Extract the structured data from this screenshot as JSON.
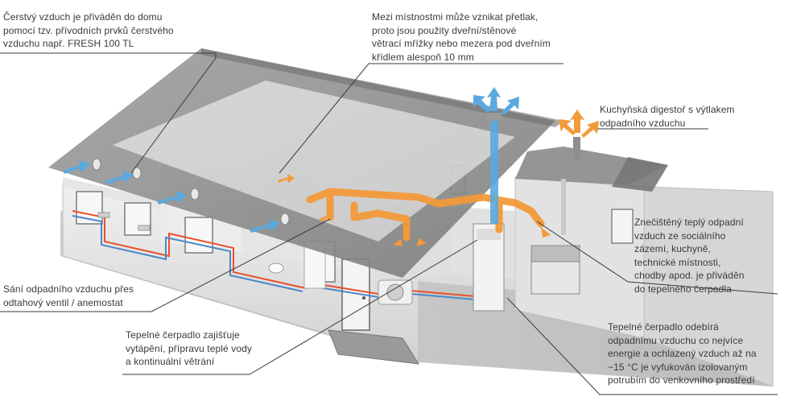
{
  "annotations": [
    {
      "id": "fresh-air-supply",
      "lines": [
        "Čerstvý vzduch je přiváděn do domu",
        "pomocí tzv. přívodních prvků čerstvého",
        "vzduchu např. FRESH 100 TL"
      ]
    },
    {
      "id": "overpressure",
      "lines": [
        "Mezi místnostmi může vznikat přetlak,",
        "proto jsou použity dveřní/stěnové",
        "větrací mřížky nebo mezera pod dveřním",
        "křídlem alespoň 10 mm"
      ]
    },
    {
      "id": "kitchen-hood",
      "lines": [
        "Kuchyňská digestoř s výtlakem",
        "odpadního vzduchu"
      ]
    },
    {
      "id": "polluted-air",
      "lines": [
        "Znečištěný teplý odpadní",
        "vzduch ze sociálního",
        "zázemí, kuchyně,",
        "technické místnosti,",
        "chodby apod. je přiváděn",
        "do tepelného čerpadla"
      ]
    },
    {
      "id": "exhaust-intake",
      "lines": [
        "Sání odpadního vzduchu přes",
        "odtahový ventil / anemostat"
      ]
    },
    {
      "id": "heat-pump-function",
      "lines": [
        "Tepelné čerpadlo zajišťuje",
        "vytápění, přípravu teplé vody",
        "a kontinuální větrání"
      ]
    },
    {
      "id": "heat-pump-extraction",
      "lines": [
        "Tepelné čerpadlo odebírá",
        "odpadnímu vzduchu co nejvíce",
        "energie a ochlazený vzduch až na",
        "−15 °C je vyfukován izolovaným",
        "potrubím do venkovního prostředí"
      ]
    }
  ],
  "colors": {
    "fresh_air": "#5aa9df",
    "warm_air": "#f39a3a",
    "hot_pipe": "#e8502a",
    "cold_pipe": "#4a88c8",
    "roof": "#8f8f8f",
    "wall": "#dcdcdc",
    "floor": "#c9c9c9",
    "leader": "#3a3a3a"
  }
}
